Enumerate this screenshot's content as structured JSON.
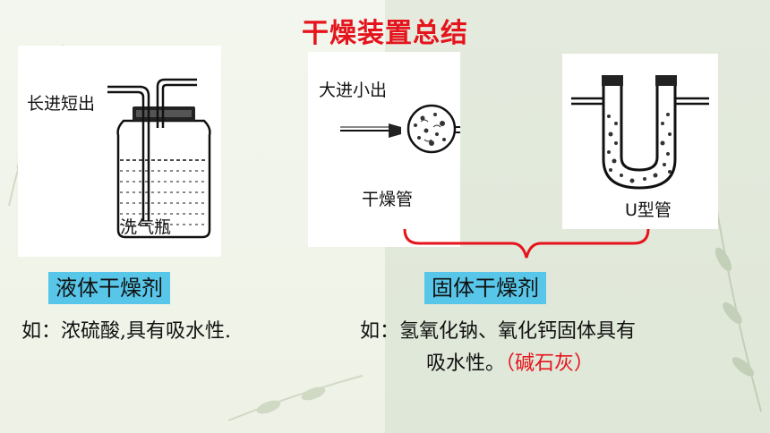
{
  "title": "干燥装置总结",
  "colors": {
    "title": "#e5141c",
    "badge": "#57c6e8",
    "brace": "#e5141c",
    "note": "#e5141c"
  },
  "figures": {
    "wash_bottle": {
      "note_label": "长进短出",
      "name_label": "洗气瓶"
    },
    "drying_tube": {
      "note_label": "大进小出",
      "name_label": "干燥管"
    },
    "u_tube": {
      "name_label": "U型管"
    }
  },
  "liquid": {
    "badge": "液体干燥剂",
    "description": "如：浓硫酸,具有吸水性."
  },
  "solid": {
    "badge": "固体干燥剂",
    "description_line1": "如：氢氧化钠、氧化钙固体具有",
    "description_line2": "吸水性。",
    "note": "（碱石灰）"
  }
}
